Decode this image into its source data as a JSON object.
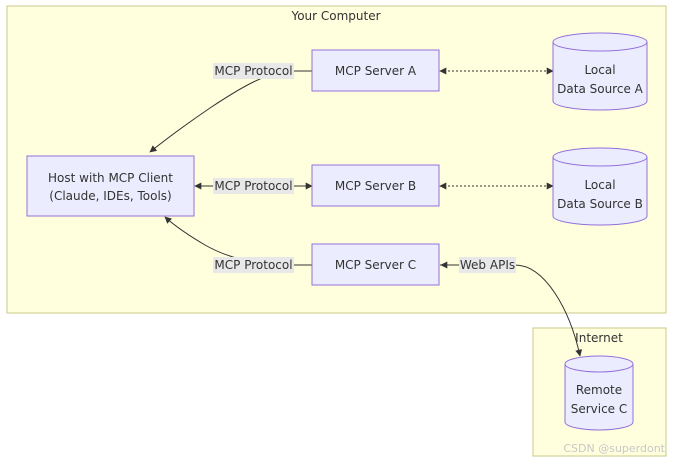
{
  "groups": {
    "computer": "Your Computer",
    "internet": "Internet"
  },
  "nodes": {
    "host_line1": "Host with MCP Client",
    "host_line2": "(Claude, IDEs, Tools)",
    "server_a": "MCP Server A",
    "server_b": "MCP Server B",
    "server_c": "MCP Server C",
    "source_a_line1": "Local",
    "source_a_line2": "Data Source A",
    "source_b_line1": "Local",
    "source_b_line2": "Data Source B",
    "remote_line1": "Remote",
    "remote_line2": "Service C"
  },
  "edges": {
    "protocol_a": "MCP Protocol",
    "protocol_b": "MCP Protocol",
    "protocol_c": "MCP Protocol",
    "web_apis": "Web APIs"
  },
  "watermark": "CSDN @superdont",
  "colors": {
    "cluster_fill": "#ffffde",
    "cluster_stroke": "#c8c88a",
    "node_fill": "#ececff",
    "node_stroke": "#9370db",
    "edge": "#333333",
    "label_bg": "#e8e8e8"
  }
}
